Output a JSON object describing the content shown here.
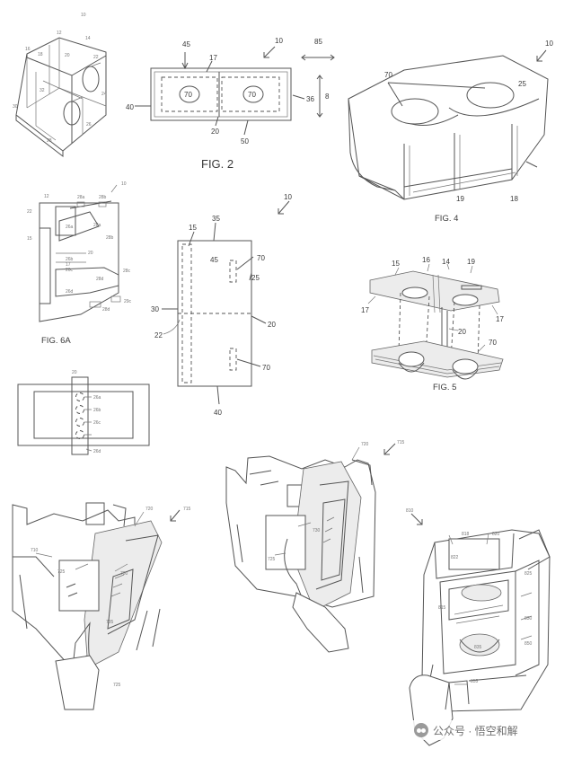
{
  "fig1": {
    "refs": [
      "10",
      "12",
      "14",
      "16",
      "18",
      "20",
      "22",
      "24",
      "26",
      "28",
      "30",
      "32"
    ]
  },
  "fig2": {
    "caption": "FIG. 2",
    "refs": {
      "r10": "10",
      "r45": "45",
      "r85": "85",
      "r17": "17",
      "r70a": "70",
      "r70b": "70",
      "r40": "40",
      "r36": "36",
      "r20": "20",
      "r50": "50",
      "r8": "8"
    }
  },
  "fig4": {
    "caption": "FIG. 4",
    "refs": {
      "r10": "10",
      "r70": "70",
      "r25": "25",
      "r19": "19",
      "r18": "18"
    }
  },
  "fig6a": {
    "caption": "FIG. 6A",
    "refs": {
      "r10": "10",
      "r12": "12",
      "r22": "22",
      "r28a": "28a",
      "r28b": "28b",
      "r28c": "28c",
      "r28d": "28d",
      "r26a": "26a",
      "r26b": "26b",
      "r26c": "26c",
      "r26d": "26d",
      "r15": "15",
      "r17": "17",
      "r20": "20",
      "r29c": "29c"
    }
  },
  "fig3": {
    "refs": {
      "r10": "10",
      "r15": "15",
      "r35": "35",
      "r45": "45",
      "r70a": "70",
      "r25": "25",
      "r30": "30",
      "r20": "20",
      "r22": "22",
      "r70b": "70",
      "r40": "40"
    }
  },
  "fig5": {
    "caption": "FIG. 5",
    "refs": {
      "r15": "15",
      "r16": "16",
      "r14": "14",
      "r19": "19",
      "r17a": "17",
      "r17b": "17",
      "r20": "20",
      "r70": "70"
    }
  },
  "fig6b": {
    "refs": {
      "r20": "20",
      "r26a": "26a",
      "r26b": "26b",
      "r26c": "26c",
      "r26d": "26d"
    }
  },
  "fig7a": {
    "refs": {
      "r720": "720",
      "r715": "715",
      "r710": "710",
      "r725a": "725",
      "r730": "730",
      "r735": "735",
      "r725b": "725"
    }
  },
  "fig7b": {
    "refs": {
      "r720": "720",
      "r715": "715",
      "r730": "730",
      "r725": "725"
    }
  },
  "fig8": {
    "refs": {
      "r810": "810",
      "r818": "818",
      "r820": "820",
      "r822": "822",
      "r825": "825",
      "r815": "815",
      "r830": "830",
      "r835": "835",
      "r850": "850",
      "r855": "855"
    }
  },
  "watermark": {
    "text": "公众号 · 悟空和解"
  }
}
